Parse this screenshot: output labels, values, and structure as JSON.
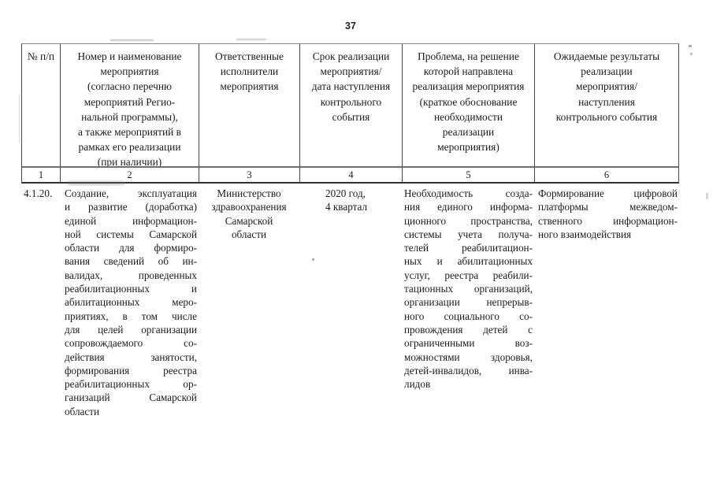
{
  "page": {
    "number": "37"
  },
  "table": {
    "header": {
      "col1": [
        "№ п/п"
      ],
      "col2": [
        "Номер и наименование",
        "мероприятия",
        "(согласно перечню",
        "мероприятий Регио-",
        "нальной программы),",
        "а также мероприятий в",
        "рамках его реализации",
        "(при наличии)"
      ],
      "col3": [
        "Ответственные",
        "исполнители",
        "мероприятия"
      ],
      "col4": [
        "Срок реализации",
        "мероприятия/",
        "дата наступления",
        "контрольного",
        "события"
      ],
      "col5": [
        "Проблема, на решение",
        "которой направлена",
        "реализация мероприятия",
        "(краткое обоснование",
        "необходимости",
        "реализации",
        "мероприятия)"
      ],
      "col6": [
        "Ожидаемые результаты",
        "реализации",
        "мероприятия/",
        "наступления",
        "контрольного события"
      ]
    },
    "index_row": [
      "1",
      "2",
      "3",
      "4",
      "5",
      "6"
    ],
    "row": {
      "num": "4.1.20.",
      "activity": [
        "Создание, эксплуатация",
        "и развитие (доработка)",
        "единой информацион-",
        "ной системы Самарской",
        "области для формиро-",
        "вания сведений об ин-",
        "валидах, проведенных",
        "реабилитационных и",
        "абилитационных меро-",
        "приятиях, в том числе",
        "для целей организации",
        "сопровождаемого со-",
        "действия занятости,",
        "формирования реестра",
        "реабилитационных ор-",
        "ганизаций Самарской",
        "области"
      ],
      "executor": [
        "Министерство",
        "здравоохранения",
        "Самарской",
        "области"
      ],
      "term": [
        "2020 год,",
        "4 квартал"
      ],
      "problem": [
        "Необходимость созда-",
        "ния единого информа-",
        "ционного пространства,",
        "системы учета получа-",
        "телей реабилитацион-",
        "ных и абилитационных",
        "услуг, реестра реабили-",
        "тационных организаций,",
        "организации непрерыв-",
        "ного социального со-",
        "провождения детей с",
        "ограниченными воз-",
        "можностями здоровья,",
        "детей-инвалидов, инва-",
        "лидов"
      ],
      "results": [
        "Формирование цифровой",
        "платформы межведом-",
        "ственного информацион-",
        "ного взаимодействия"
      ]
    }
  }
}
